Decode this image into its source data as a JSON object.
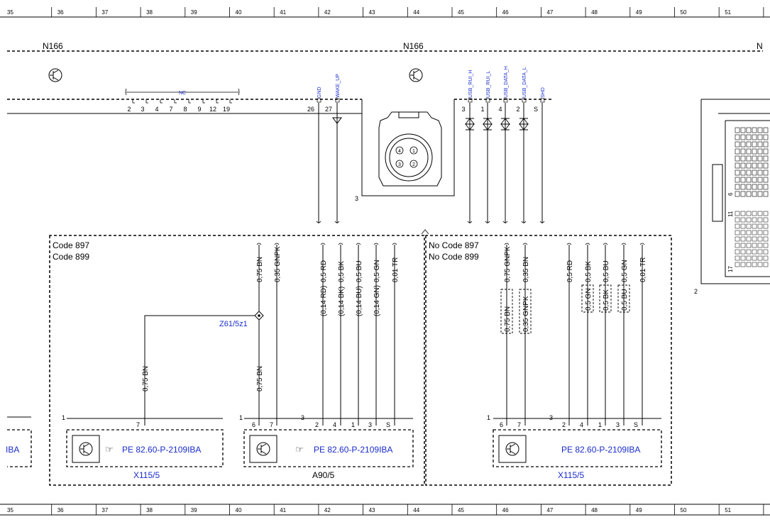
{
  "ruler": {
    "cols": [
      "35",
      "36",
      "37",
      "38",
      "39",
      "40",
      "41",
      "42",
      "43",
      "44",
      "45",
      "46",
      "47",
      "48",
      "49",
      "50",
      "51"
    ]
  },
  "components": {
    "n166_left": "N166",
    "n166_center": "N166",
    "n166_right": "N",
    "z61": "Z61/5z1",
    "x115_left": "X115/5",
    "a90": "A90/5",
    "x115_right": "X115/5"
  },
  "nc_label": "NC",
  "conn_pins_left": [
    "2",
    "3",
    "4",
    "7",
    "8",
    "9",
    "12",
    "19"
  ],
  "conn_pins_mid": [
    "26",
    "27"
  ],
  "conn_pins_right": [
    "3",
    "1",
    "4",
    "2",
    "S"
  ],
  "pin_signals": [
    "GND",
    "WAKE_UP",
    "USB_RUI_H",
    "USB_RUI_L",
    "USB_DATA_H",
    "USB_DATA_L",
    "SHD"
  ],
  "codes": {
    "left_1": "Code 897",
    "left_2": "Code 899",
    "right_1": "No Code 897",
    "right_2": "No Code 899"
  },
  "wires_left": [
    "0,75 BN",
    "0,35 GNPK",
    "0,5 RD",
    "0,5 BK",
    "0,5 BU",
    "0,5 GN",
    "0,01 TR"
  ],
  "wires_left_lower": [
    "(0,14 RD)",
    "(0,14 BK)",
    "(0,14 BU)",
    "(0,14 GN)"
  ],
  "wires_mid_bn": [
    "0,75 BN",
    "0,75 BN"
  ],
  "wires_right": [
    "0,75 GNPK",
    "0,35 BN",
    "0,5 RD",
    "0,5 BK",
    "0,5 BU",
    "0,5 GN",
    "0,01 TR"
  ],
  "wires_right_boxes": [
    "0,75 BN",
    "0,35 GNPK",
    "0,5 GN",
    "0,5 BK",
    "0,5 BU"
  ],
  "ref_text": "PE 82.60-P-2109IBA",
  "ref_partial": "IBA",
  "pins_box1": [
    "1",
    "7"
  ],
  "pins_box2": [
    "1",
    "6",
    "7"
  ],
  "pins_box3": [
    "3",
    "2",
    "4",
    "1",
    "3",
    "S"
  ],
  "pins_box4": [
    "1",
    "6",
    "7"
  ],
  "pins_box5": [
    "3",
    "2",
    "4",
    "1",
    "3",
    "S"
  ],
  "ecu_pins": [
    "6",
    "11",
    "17"
  ],
  "small_nums": {
    "socket_3": "3",
    "ecu_2": "2"
  },
  "socket_pins": [
    "4",
    "1",
    "3",
    "2"
  ]
}
